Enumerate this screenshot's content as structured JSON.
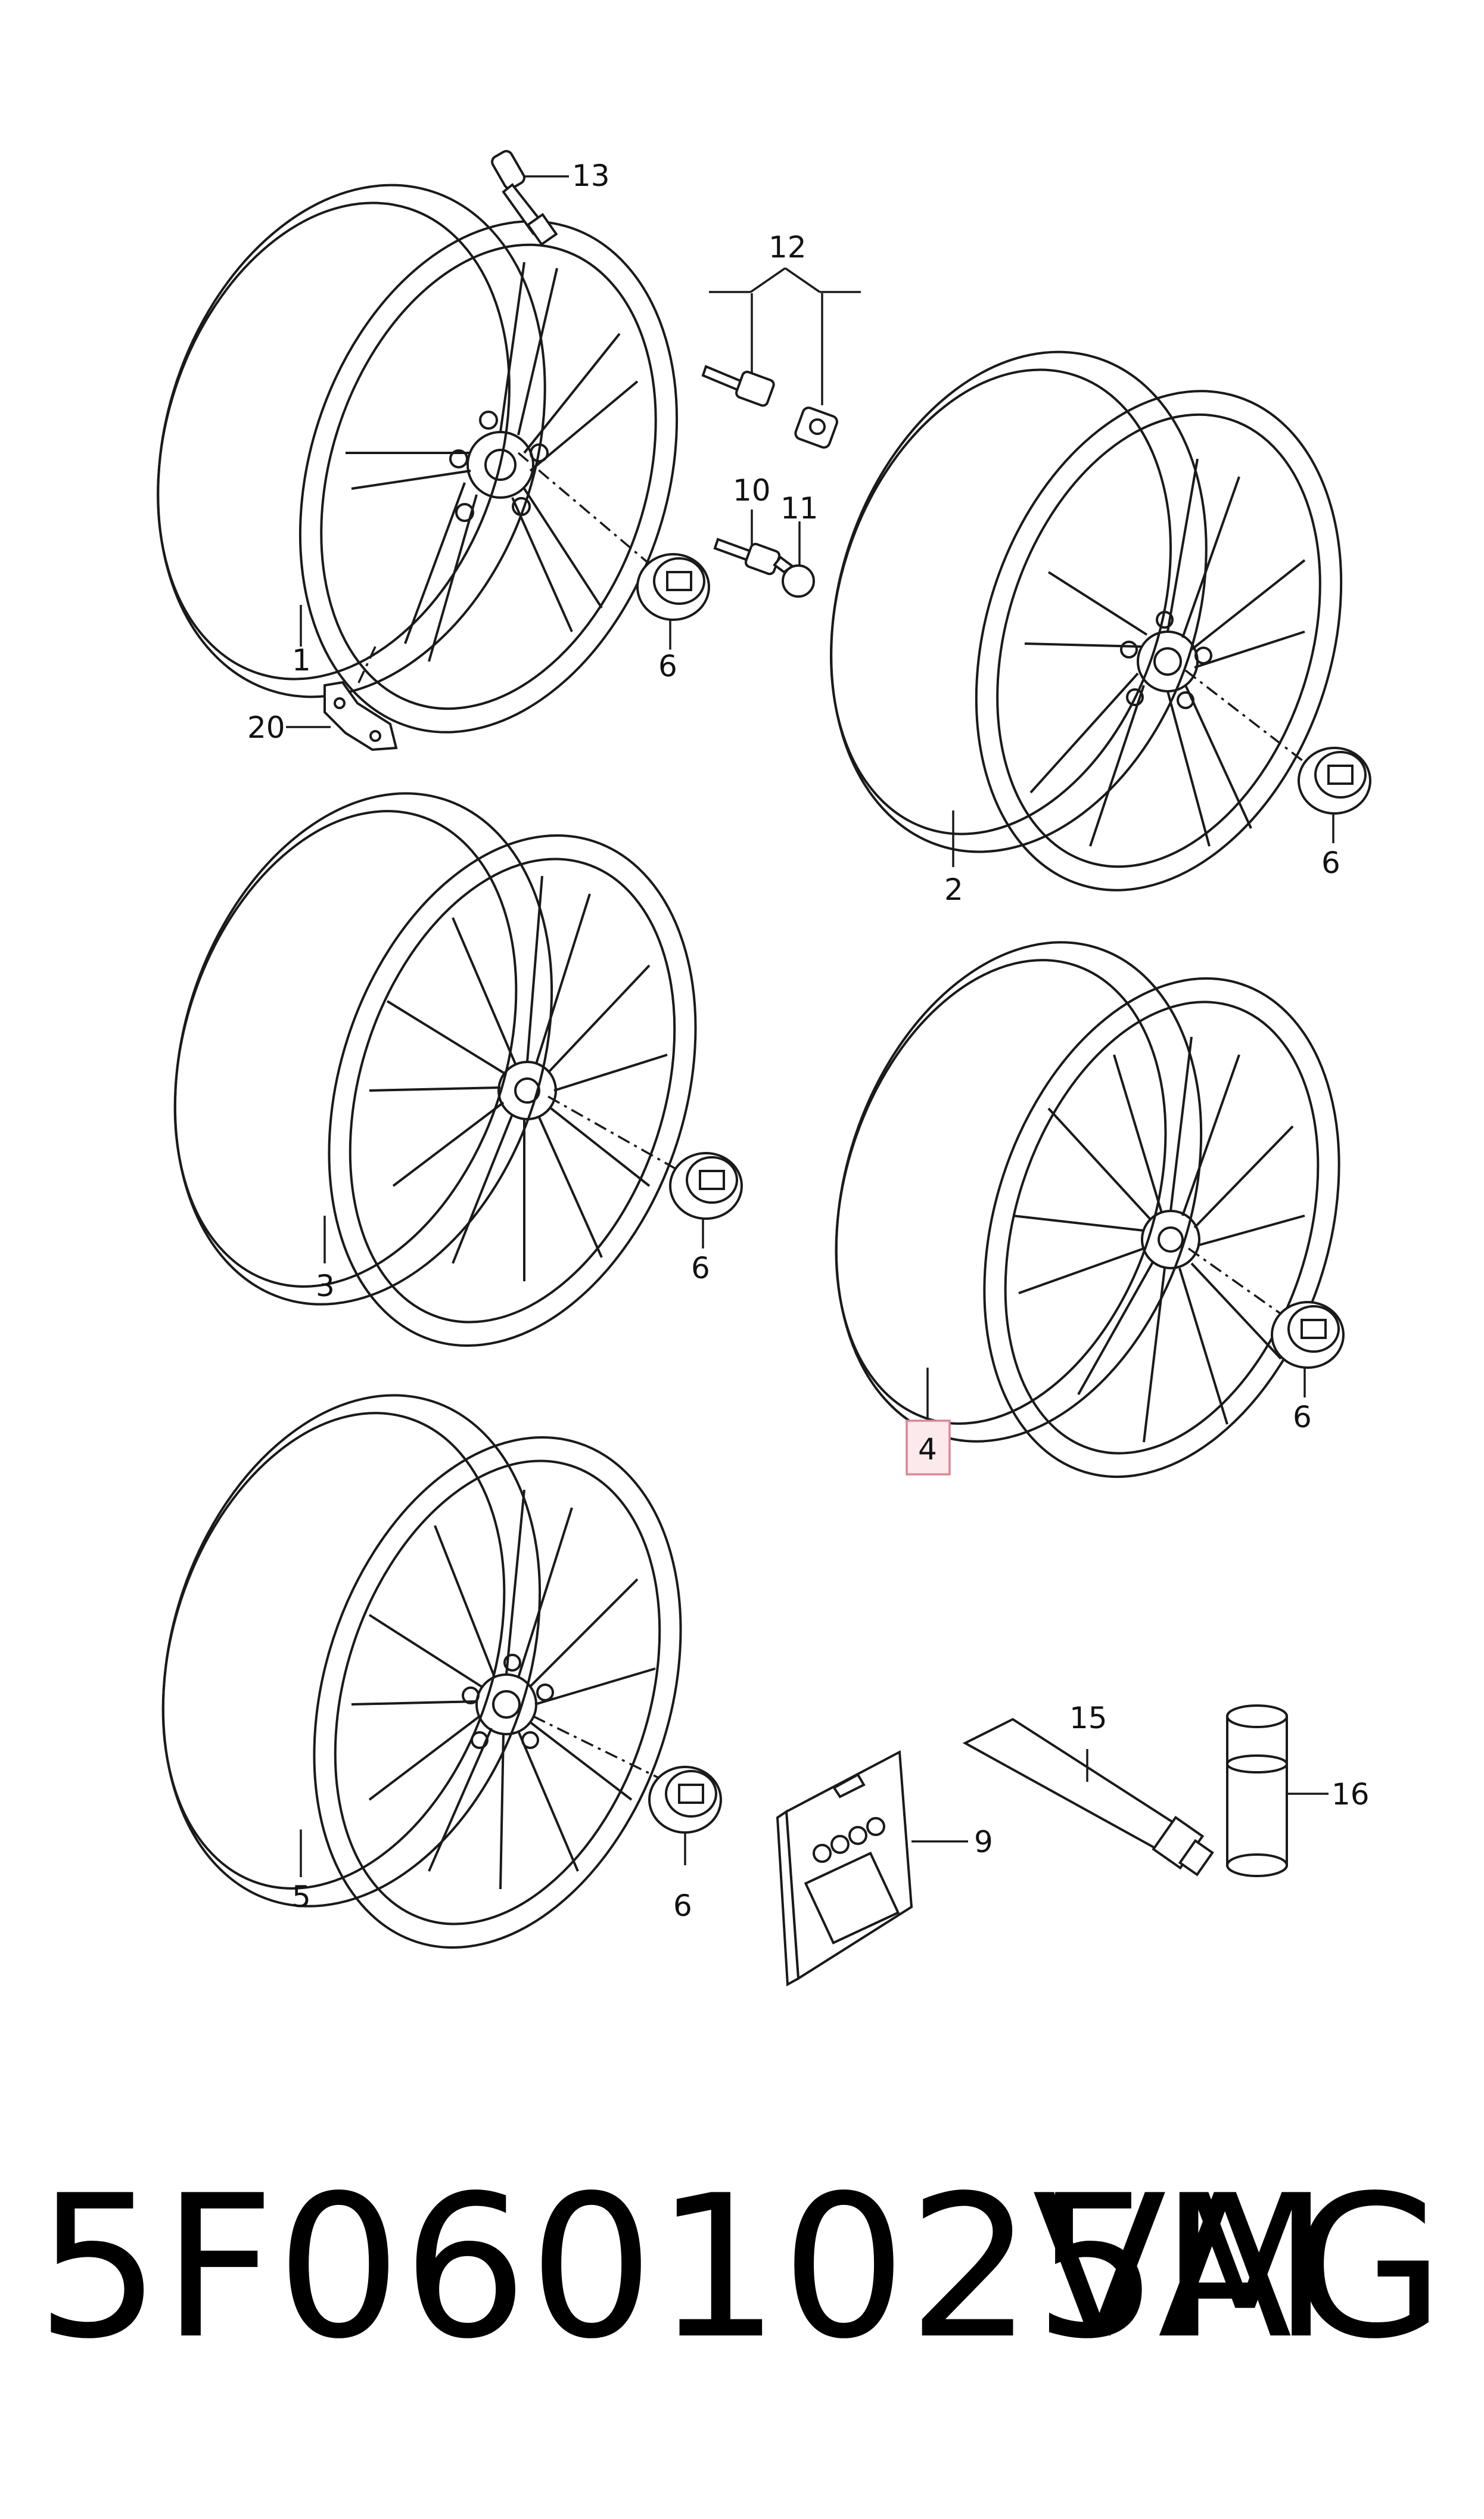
{
  "callouts": {
    "c1": "1",
    "c2": "2",
    "c3": "3",
    "c4": "4",
    "c5": "5",
    "c6a": "6",
    "c6b": "6",
    "c6c": "6",
    "c6d": "6",
    "c6e": "6",
    "c9": "9",
    "c10": "10",
    "c11": "11",
    "c12": "12",
    "c13": "13",
    "c15": "15",
    "c16": "16",
    "c20": "20"
  },
  "highlighted_callout": "4",
  "highlight_color": "#d88794",
  "footer": {
    "part_number": "5F0601025M",
    "brand": "VAG"
  }
}
